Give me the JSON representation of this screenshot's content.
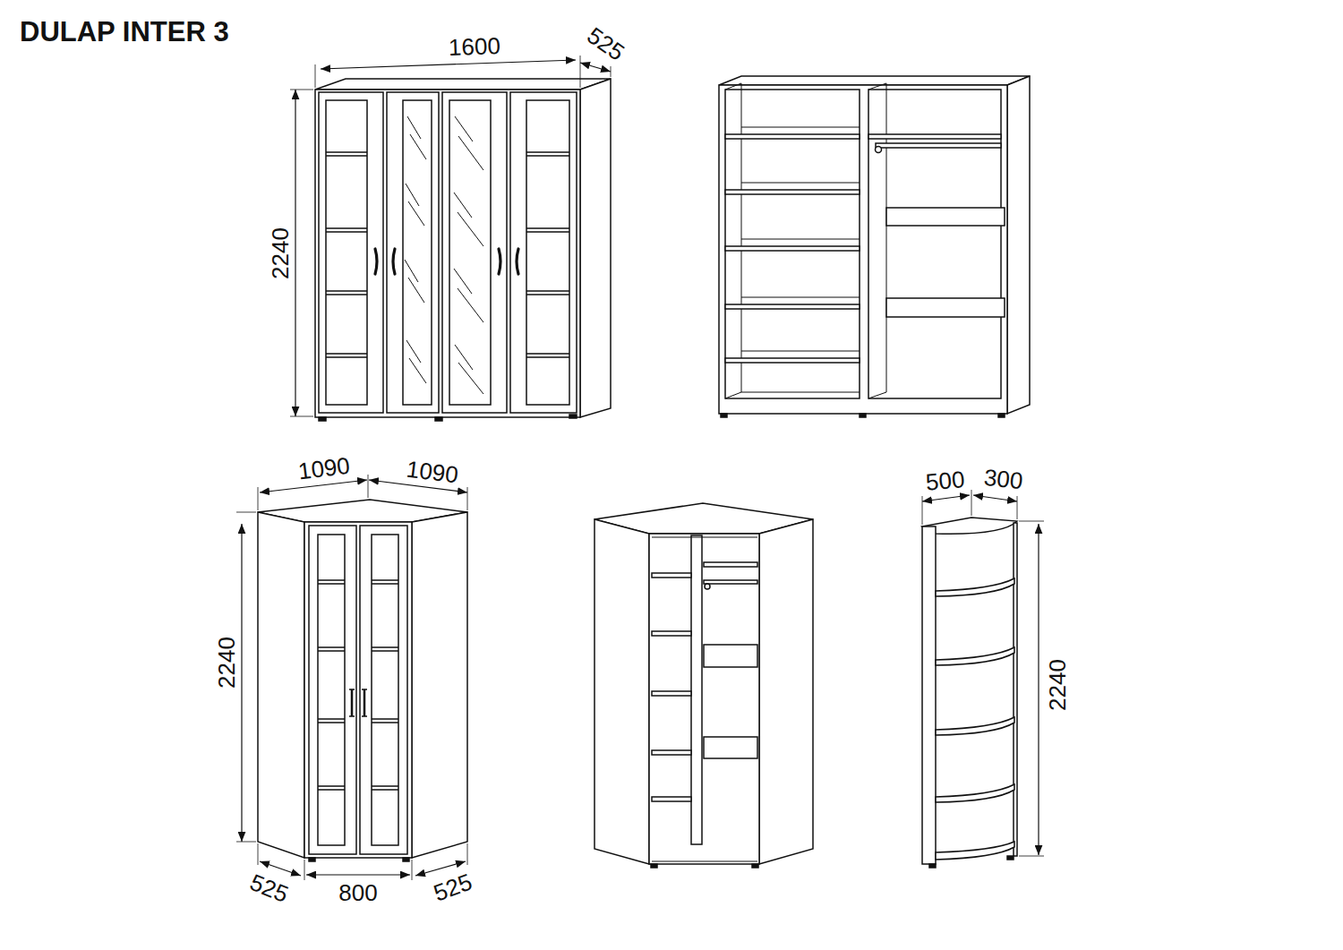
{
  "diagram": {
    "title": "DULAP INTER 3",
    "labels": [
      "1600",
      "525",
      "2240",
      "1090",
      "1090",
      "2240",
      "525",
      "800",
      "525",
      "500",
      "300",
      "2240"
    ]
  }
}
